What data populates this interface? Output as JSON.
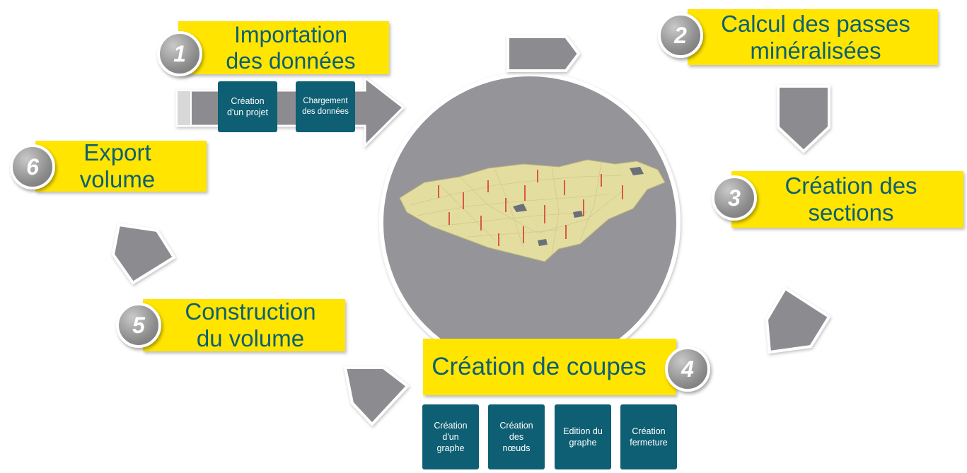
{
  "steps": [
    {
      "number": "1",
      "label": "Importation\ndes données"
    },
    {
      "number": "2",
      "label": "Calcul des passes\nminéralisées"
    },
    {
      "number": "3",
      "label": "Création des\nsections"
    },
    {
      "number": "4",
      "label": "Création de coupes"
    },
    {
      "number": "5",
      "label": "Construction\ndu volume"
    },
    {
      "number": "6",
      "label": "Export\nvolume"
    }
  ],
  "step1_substeps": [
    "Création\nd'un projet",
    "Chargement\ndes données"
  ],
  "step4_substeps": [
    "Création\nd'un\ngraphe",
    "Création\ndes\nnœuds",
    "Edition du\ngraphe",
    "Création\nfermeture"
  ],
  "colors": {
    "accent_yellow": "#ffe500",
    "teal": "#0e5f73",
    "arrow_gray": "#8c8c90",
    "circle_gray": "#959599"
  },
  "center_image": "3d-mesh-visualization"
}
